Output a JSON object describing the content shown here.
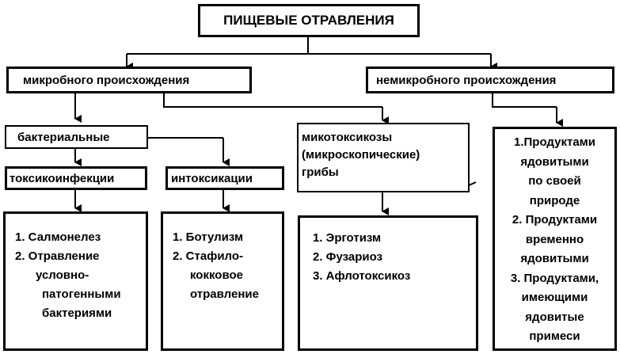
{
  "title": "ПИЩЕВЫЕ ОТРАВЛЕНИЯ",
  "categories": {
    "microbial": "микробного происхождения",
    "non_microbial": "немикробного происхождения"
  },
  "microbial": {
    "bacterial": "бактериальные",
    "toxicoinfections": {
      "label": "токсикоинфекции",
      "items": [
        "1. Салмонелез",
        "2. Отравление",
        "условно-",
        "патогенными",
        "бактериями"
      ]
    },
    "intoxications": {
      "label": "интоксикации",
      "items": [
        "1. Ботулизм",
        "2. Стафило-",
        "кокковое",
        "отравление"
      ]
    },
    "mycotoxicoses": {
      "label_lines": [
        "микотоксикозы",
        "(микроскопические)",
        "грибы"
      ],
      "items": [
        "1. Эрготизм",
        "2. Фузариоз",
        "3. Афлотоксикоз"
      ]
    }
  },
  "non_microbial": {
    "items": [
      "1.Продуктами",
      "ядовитыми",
      "по своей",
      "природе",
      "2. Продуктами",
      "временно",
      "ядовитыми",
      "3. Продуктами,",
      "имеющими",
      "ядовитые",
      "примеси"
    ]
  }
}
